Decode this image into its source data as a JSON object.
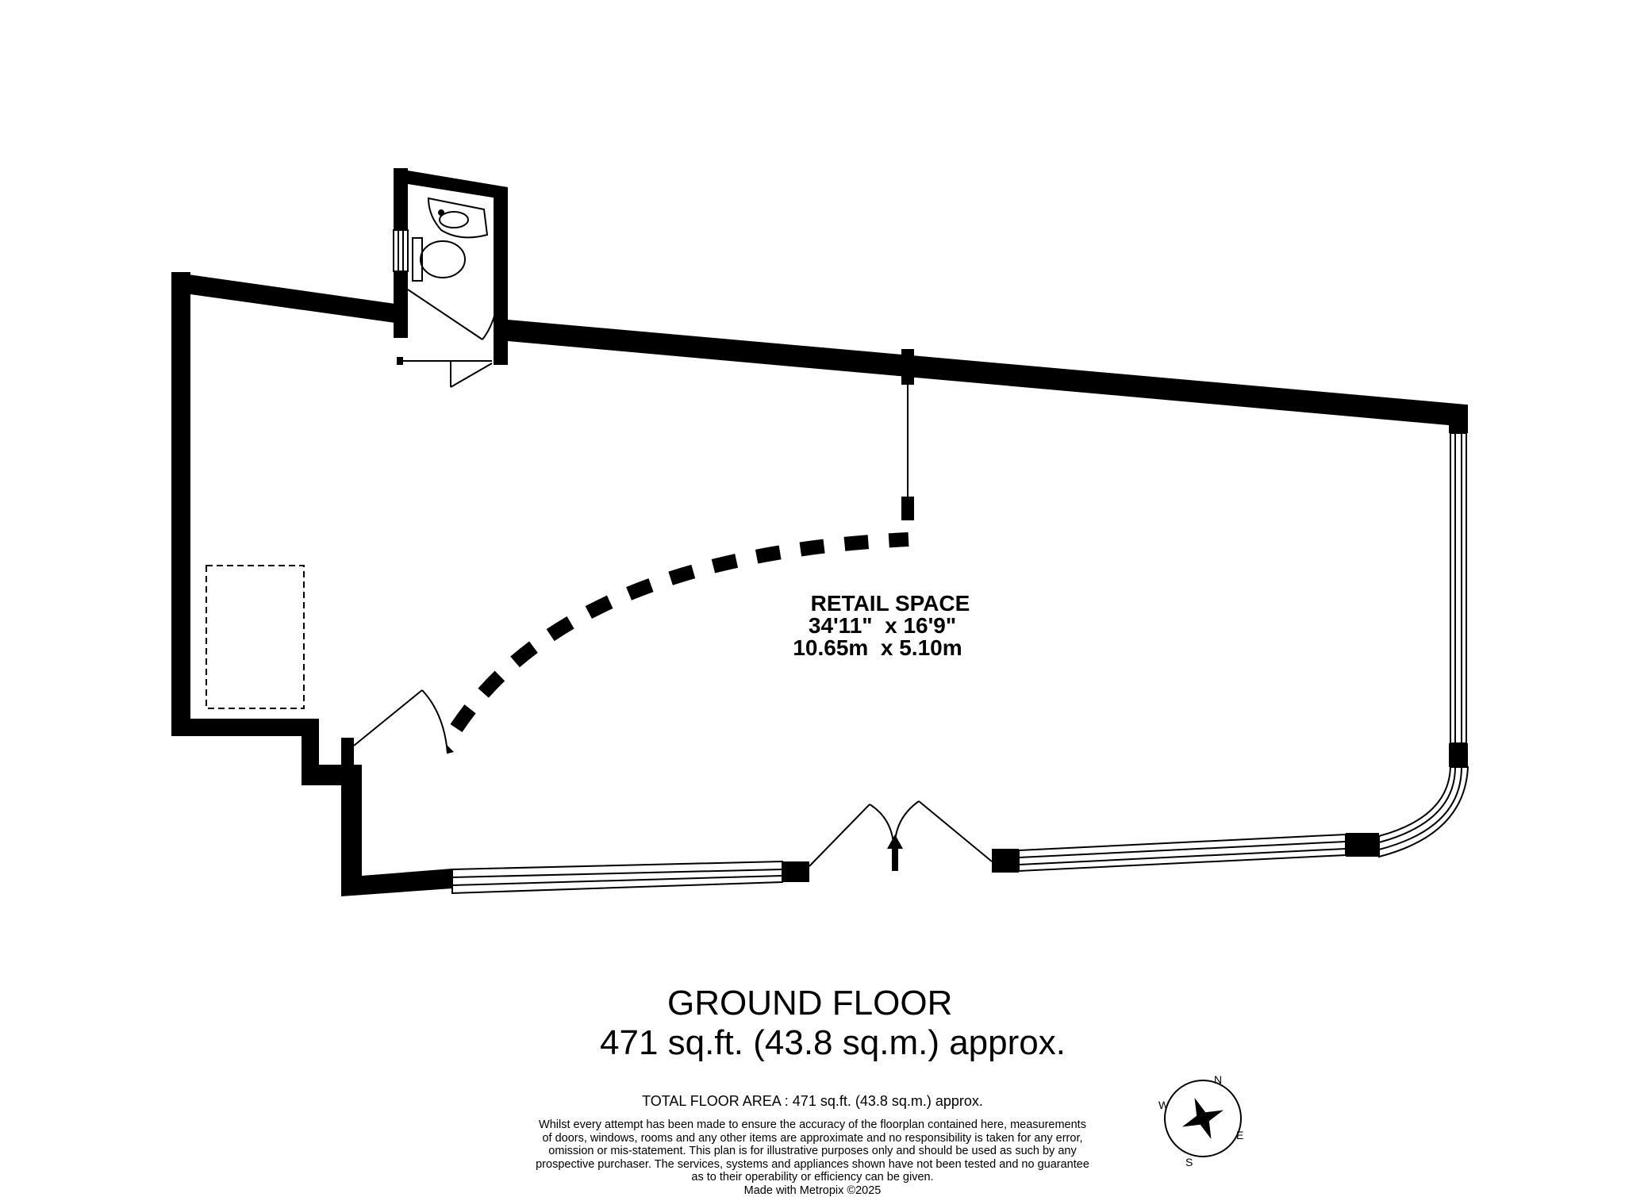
{
  "room": {
    "name": "RETAIL SPACE",
    "dims_imperial": "34'11\"  x 16'9\"",
    "dims_metric": "10.65m  x 5.10m"
  },
  "floor": {
    "title": "GROUND FLOOR",
    "area": "471 sq.ft. (43.8 sq.m.) approx."
  },
  "total_area": "TOTAL FLOOR AREA : 471 sq.ft. (43.8 sq.m.) approx.",
  "disclaimer": "Whilst every attempt has been made to ensure the accuracy of the floorplan contained here, measurements of doors, windows, rooms and any other items are approximate and no responsibility is taken for any error, omission or mis-statement. This plan is for illustrative purposes only and should be used as such by any prospective purchaser. The services, systems and appliances shown have not been tested and no guarantee as to their operability or efficiency can be given.",
  "made_with": "Made with Metropix ©2025",
  "compass": {
    "n": "N",
    "e": "E",
    "s": "S",
    "w": "W"
  },
  "colors": {
    "wall": "#000000",
    "window": "#ffffff",
    "background": "#ffffff"
  }
}
